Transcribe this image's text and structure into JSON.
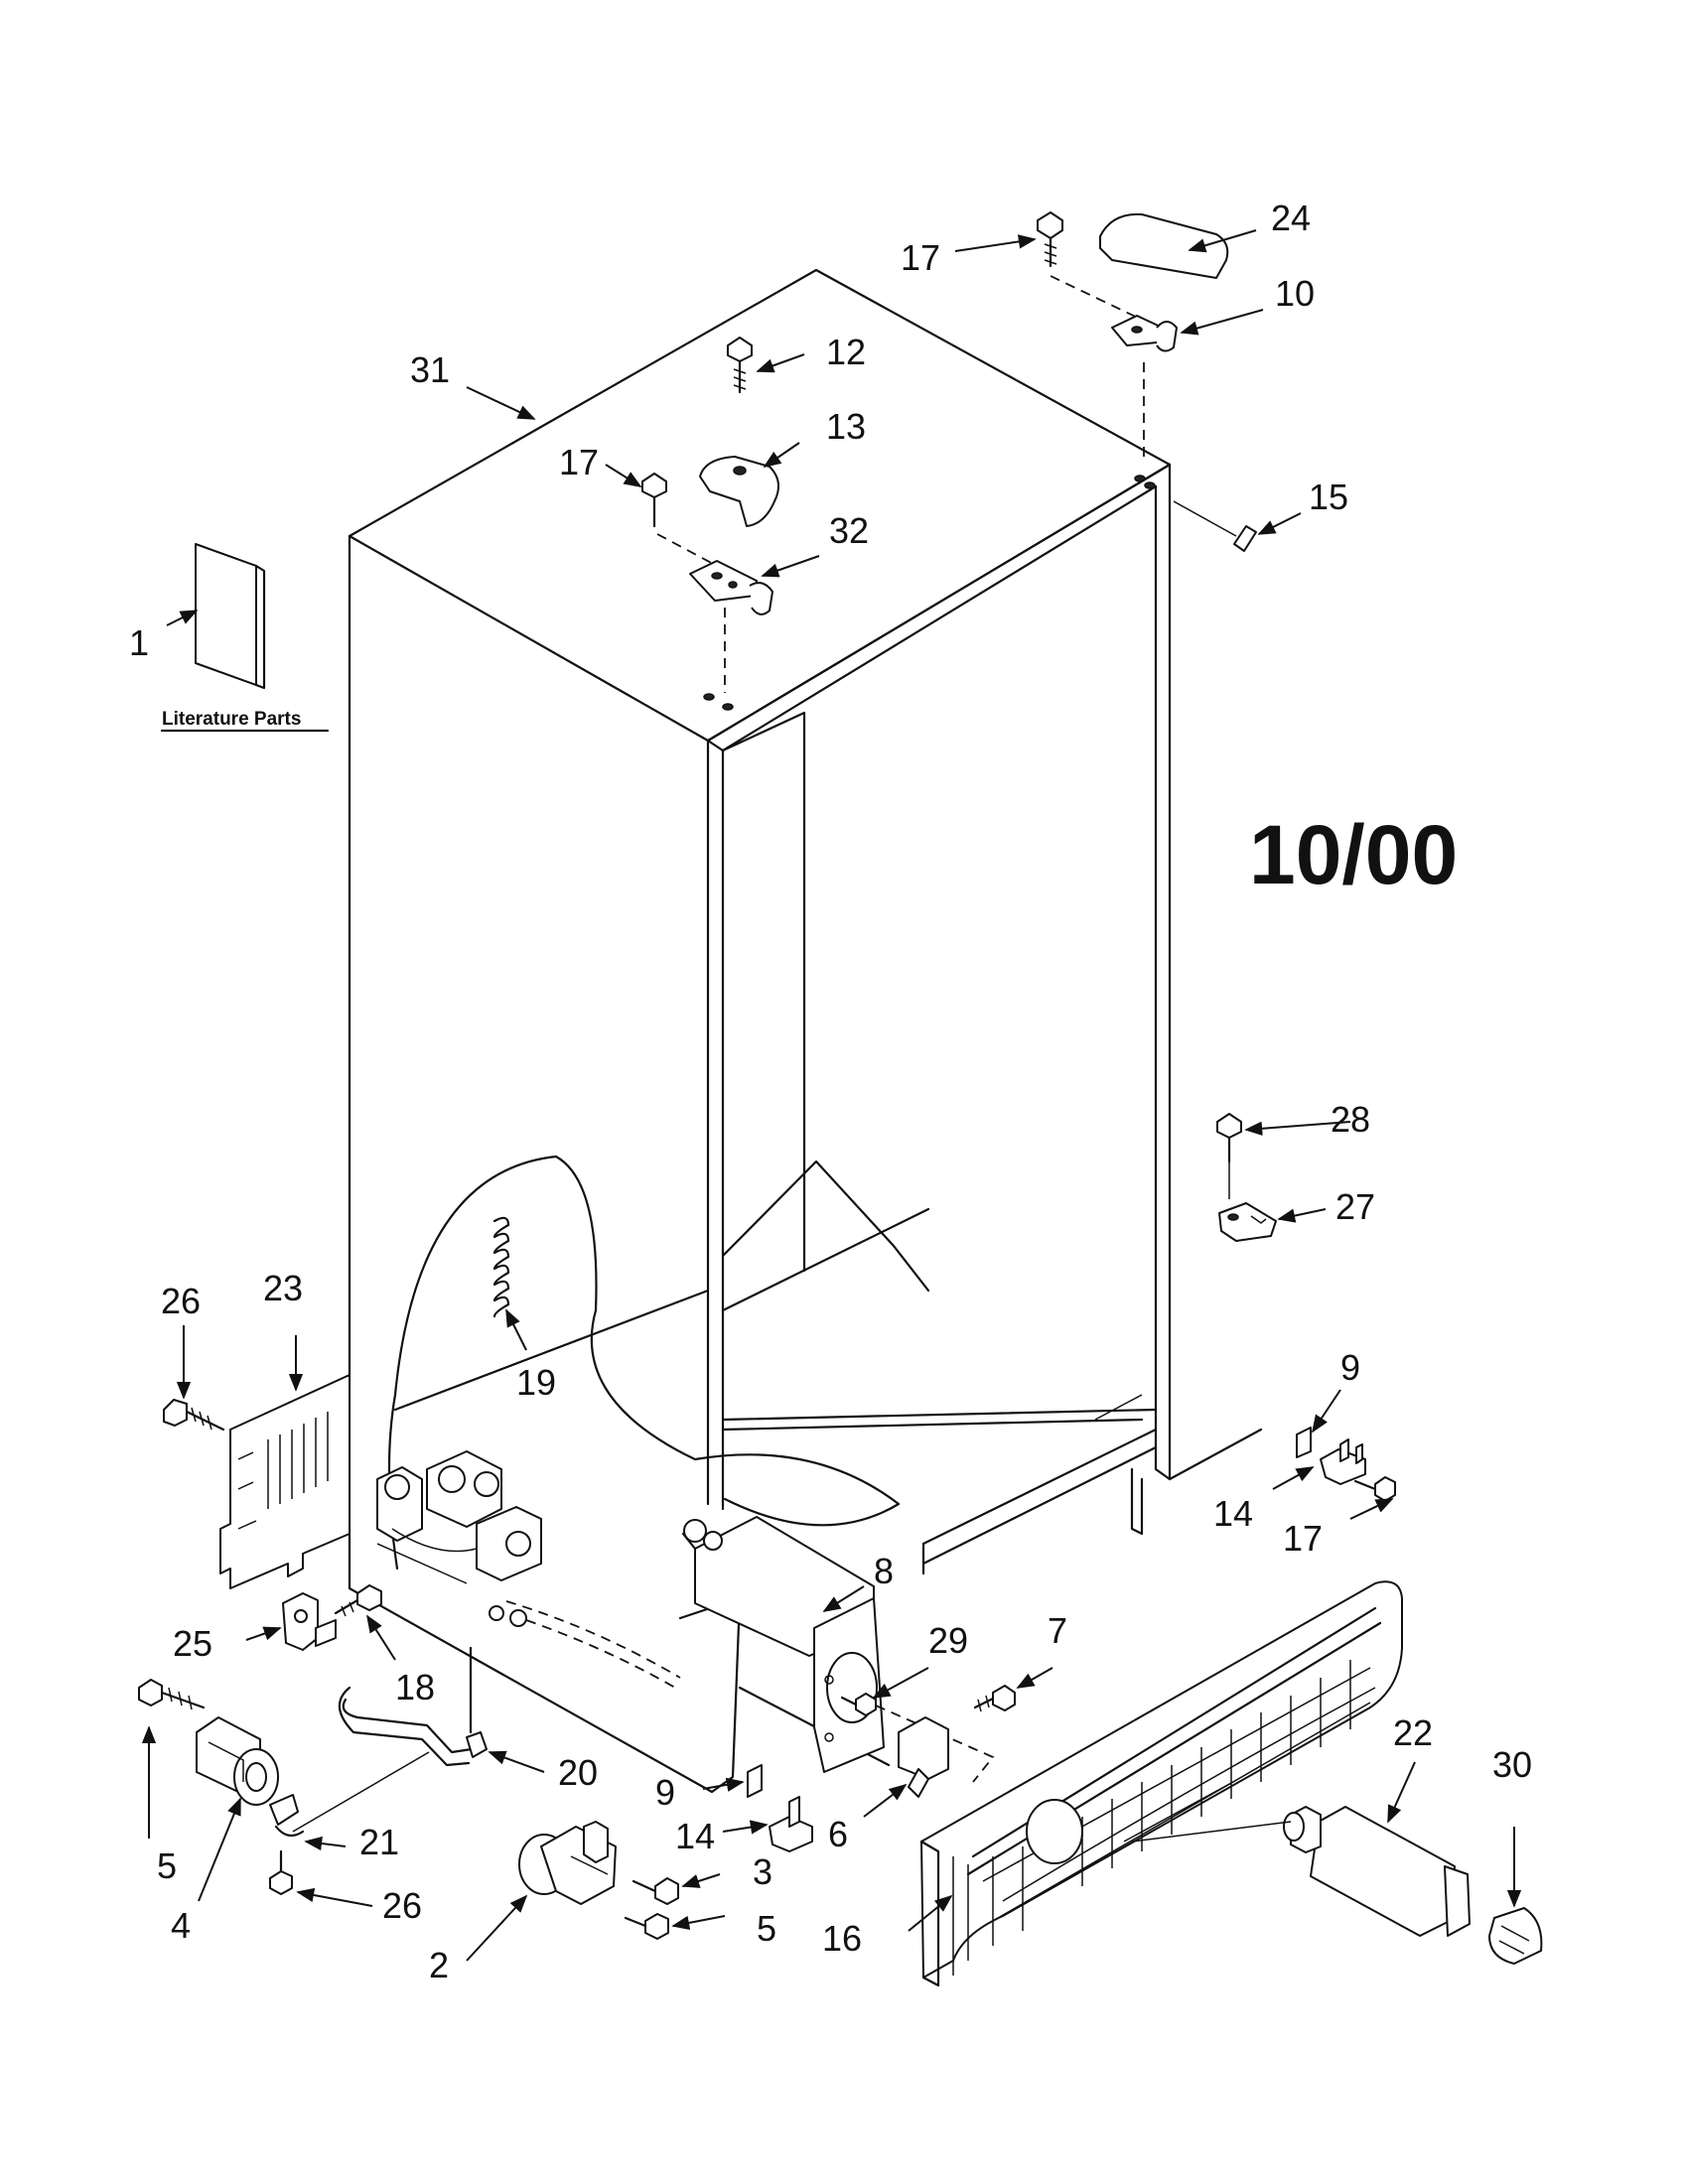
{
  "revision_mark": "10/00",
  "literature": {
    "label": "Literature Parts"
  },
  "callouts": [
    {
      "id": "c1",
      "text": "1"
    },
    {
      "id": "c2",
      "text": "2"
    },
    {
      "id": "c3",
      "text": "3"
    },
    {
      "id": "c4",
      "text": "4"
    },
    {
      "id": "c5a",
      "text": "5"
    },
    {
      "id": "c5b",
      "text": "5"
    },
    {
      "id": "c6",
      "text": "6"
    },
    {
      "id": "c7",
      "text": "7"
    },
    {
      "id": "c8",
      "text": "8"
    },
    {
      "id": "c9a",
      "text": "9"
    },
    {
      "id": "c9b",
      "text": "9"
    },
    {
      "id": "c10",
      "text": "10"
    },
    {
      "id": "c12",
      "text": "12"
    },
    {
      "id": "c13",
      "text": "13"
    },
    {
      "id": "c14a",
      "text": "14"
    },
    {
      "id": "c14b",
      "text": "14"
    },
    {
      "id": "c15",
      "text": "15"
    },
    {
      "id": "c16",
      "text": "16"
    },
    {
      "id": "c17a",
      "text": "17"
    },
    {
      "id": "c17b",
      "text": "17"
    },
    {
      "id": "c17c",
      "text": "17"
    },
    {
      "id": "c18",
      "text": "18"
    },
    {
      "id": "c19",
      "text": "19"
    },
    {
      "id": "c20",
      "text": "20"
    },
    {
      "id": "c21",
      "text": "21"
    },
    {
      "id": "c22",
      "text": "22"
    },
    {
      "id": "c23",
      "text": "23"
    },
    {
      "id": "c24",
      "text": "24"
    },
    {
      "id": "c25",
      "text": "25"
    },
    {
      "id": "c26a",
      "text": "26"
    },
    {
      "id": "c26b",
      "text": "26"
    },
    {
      "id": "c27",
      "text": "27"
    },
    {
      "id": "c28",
      "text": "28"
    },
    {
      "id": "c29",
      "text": "29"
    },
    {
      "id": "c30",
      "text": "30"
    },
    {
      "id": "c31",
      "text": "31"
    },
    {
      "id": "c32",
      "text": "32"
    }
  ]
}
